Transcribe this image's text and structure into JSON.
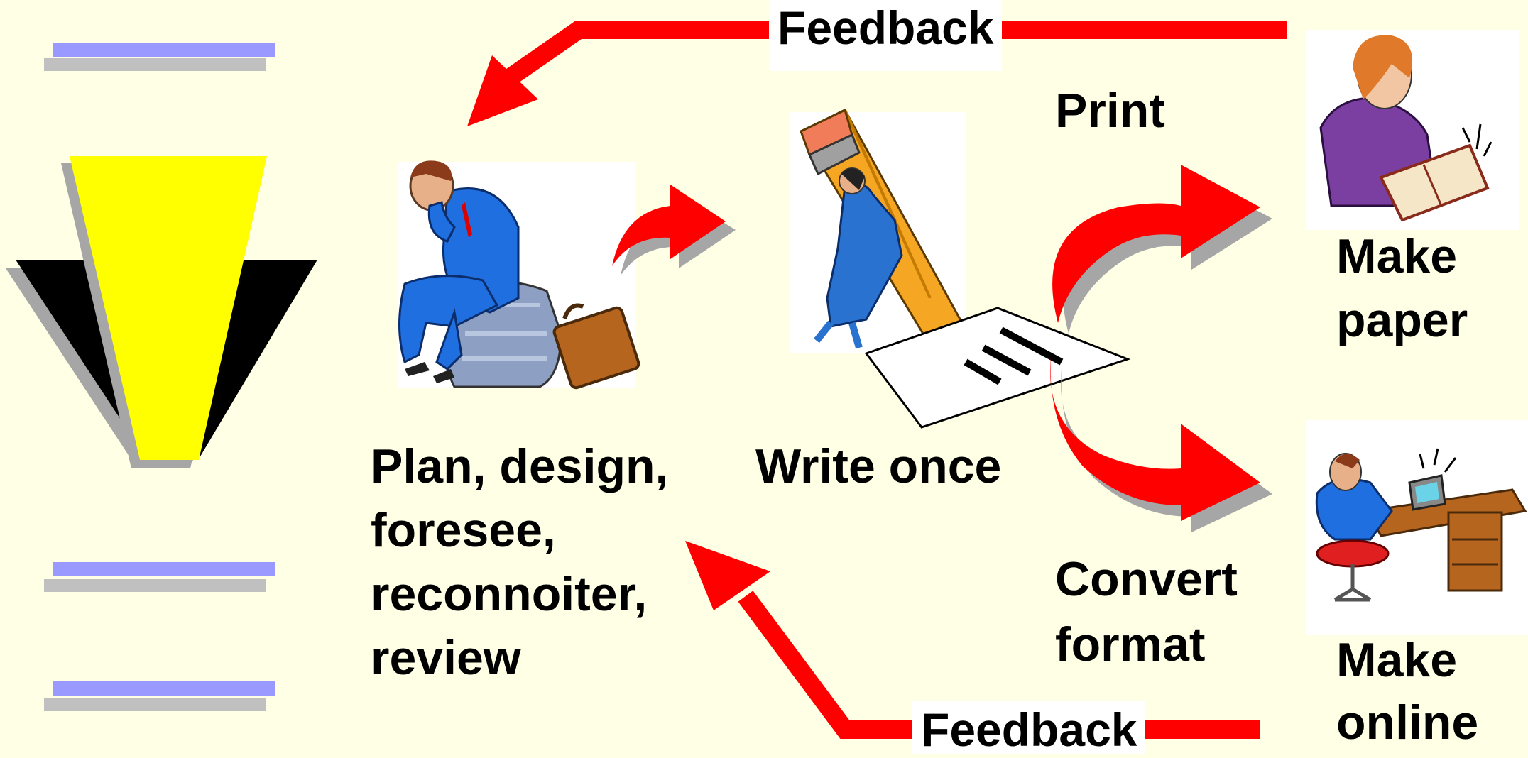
{
  "labels": {
    "feedback_top": "Feedback",
    "feedback_bottom": "Feedback",
    "print": "Print",
    "plan_lines": [
      "Plan, design,",
      "foresee,",
      "reconnoiter,",
      "review"
    ],
    "write_once": "Write once",
    "make_paper_lines": [
      "Make",
      "paper"
    ],
    "convert_format_lines": [
      "Convert",
      "format"
    ],
    "make_online_lines": [
      "Make",
      "online"
    ]
  },
  "icons": {
    "thinker": "thinking-businessman-icon",
    "writer": "writer-with-pencil-icon",
    "reader": "woman-reading-book-icon",
    "computer_user": "man-at-computer-desk-icon",
    "logo": "funnel-logo-icon"
  },
  "colors": {
    "background": "#ffffe6",
    "arrow": "#ff0000",
    "arrow_shadow": "#a6a6a6",
    "funnel_yellow": "#ffff00",
    "funnel_black": "#000000",
    "bar_purple": "#9999ff",
    "bar_gray": "#c0c0c0"
  }
}
